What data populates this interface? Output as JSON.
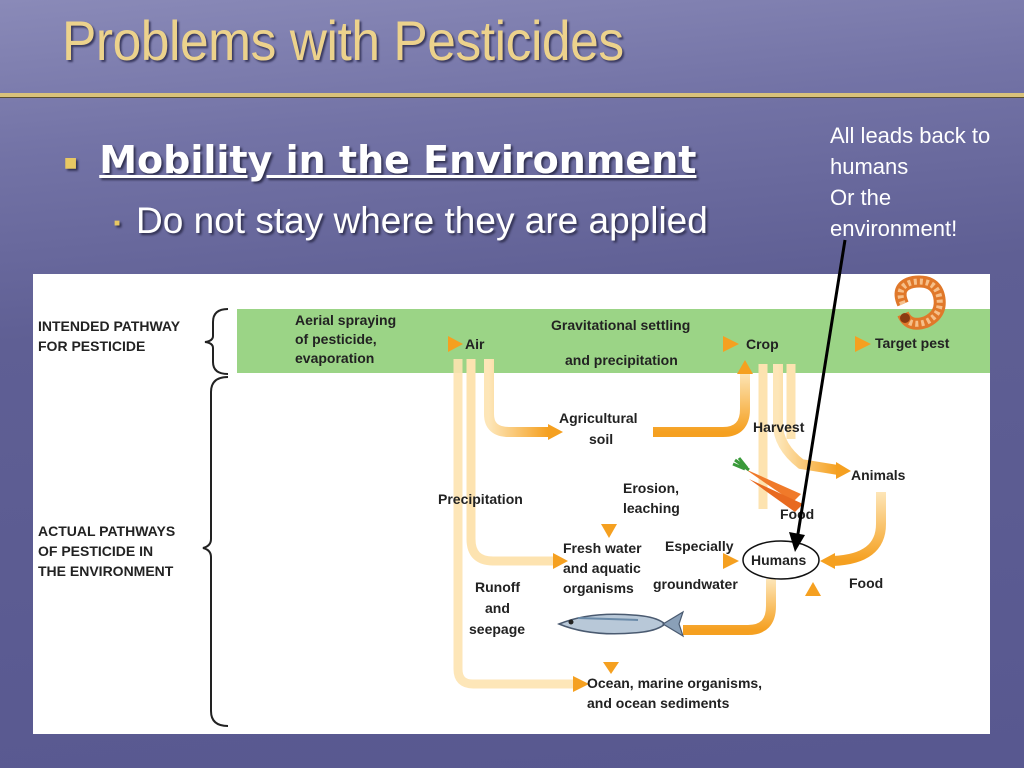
{
  "slide": {
    "title": "Problems with Pesticides",
    "bullet_1": "Mobility in the Environment",
    "bullet_2": "Do not stay where they are applied",
    "note_lines": [
      "All leads back to",
      "humans",
      "Or the",
      "environment!"
    ]
  },
  "diagram": {
    "intended_pathway": [
      "INTENDED PATHWAY",
      "FOR PESTICIDE"
    ],
    "actual_pathways": [
      "ACTUAL PATHWAYS",
      "OF PESTICIDE IN",
      "THE ENVIRONMENT"
    ],
    "nodes": {
      "aerial_spraying": [
        "Aerial spraying",
        "of pesticide,",
        "evaporation"
      ],
      "air": "Air",
      "gravitational": [
        "Gravitational settling",
        "and precipitation"
      ],
      "crop": "Crop",
      "target_pest": "Target pest",
      "agricultural_soil": [
        "Agricultural",
        "soil"
      ],
      "harvest": "Harvest",
      "animals": "Animals",
      "erosion": [
        "Erosion,",
        "leaching"
      ],
      "precipitation": "Precipitation",
      "food_upper": "Food",
      "fresh_water": [
        "Fresh water",
        "and aquatic",
        "organisms"
      ],
      "especially": [
        "Especially",
        "groundwater"
      ],
      "humans": "Humans",
      "food_lower": "Food",
      "runoff": [
        "Runoff",
        "and",
        "seepage"
      ],
      "ocean": [
        "Ocean, marine organisms,",
        "and ocean sediments"
      ]
    }
  },
  "colors": {
    "title": "#ecd28c",
    "band": "#9bd486",
    "arrow": "#f5a623",
    "arrow_light": "#fde3b0",
    "background": "#5b5b90"
  }
}
